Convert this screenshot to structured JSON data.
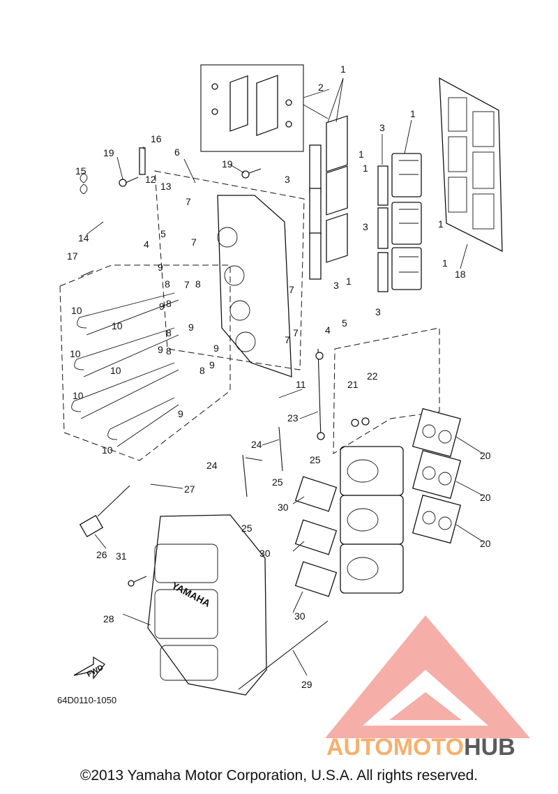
{
  "diagram": {
    "drawing_code": "64D0110-1050",
    "copyright": "©2013 Yamaha Motor Corporation, U.S.A. All rights reserved.",
    "fwd_label": "FWD",
    "embossed_text": "YAMAHA",
    "watermark": {
      "part1": "AUTOMOTO",
      "part2": "HUB",
      "colors": {
        "triangle": "#f4a09a",
        "text_primary": "#f6b06d",
        "text_secondary": "#5a5a5a"
      }
    },
    "callouts": [
      "1",
      "2",
      "3",
      "4",
      "5",
      "6",
      "7",
      "8",
      "9",
      "10",
      "11",
      "12",
      "13",
      "14",
      "15",
      "16",
      "17",
      "18",
      "19",
      "20",
      "21",
      "22",
      "23",
      "24",
      "25",
      "26",
      "27",
      "28",
      "29",
      "30",
      "31"
    ]
  }
}
